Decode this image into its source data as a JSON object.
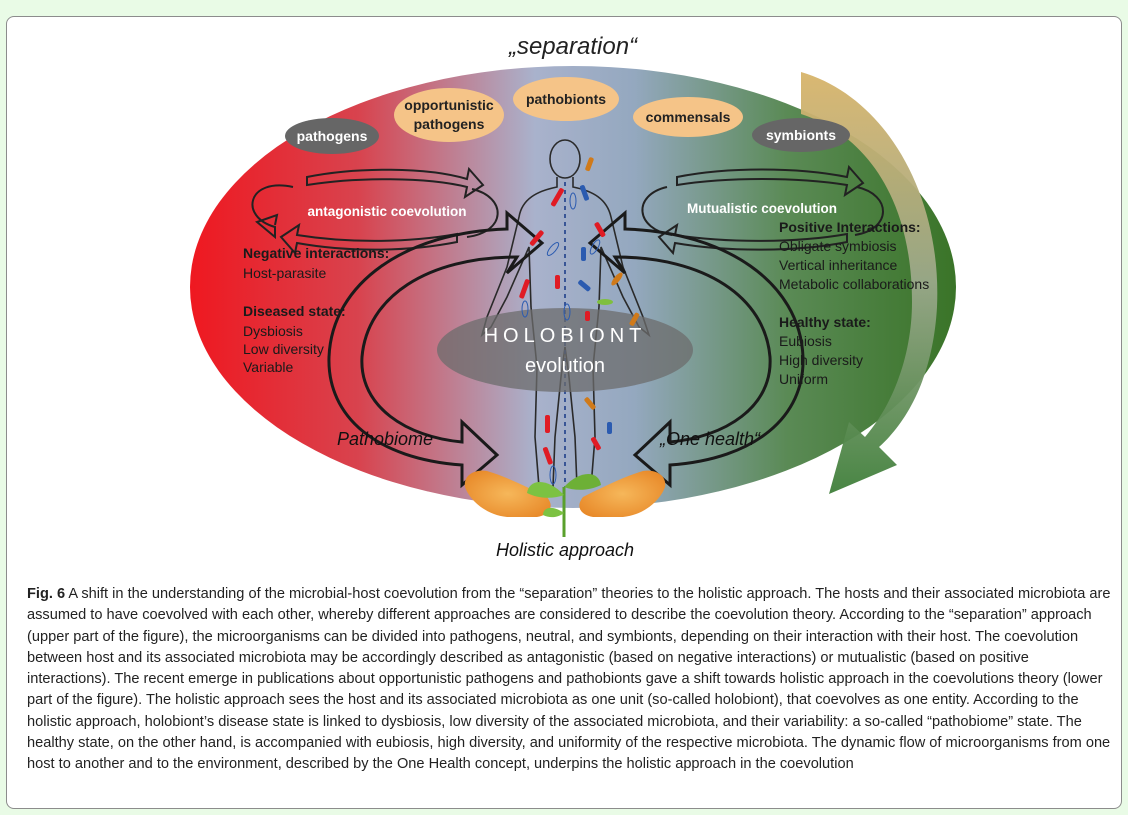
{
  "figure": {
    "top_label": "„separation“",
    "bottom_label": "Holistic approach",
    "pills": {
      "pathogens": "pathogens",
      "opportunistic_1": "opportunistic",
      "opportunistic_2": "pathogens",
      "pathobionts": "pathobionts",
      "commensals": "commensals",
      "symbionts": "symbionts"
    },
    "left_cycle": "antagonistic coevolution",
    "right_cycle": "Mutualistic coevolution",
    "left_panel": {
      "neg_title": "Negative interactions:",
      "neg_1": "Host-parasite",
      "dis_title": "Diseased state:",
      "dis_1": "Dysbiosis",
      "dis_2": "Low diversity",
      "dis_3": "Variable"
    },
    "right_panel": {
      "pos_title": "Positive Interactions:",
      "pos_1": "Obligate symbiosis",
      "pos_2": "Vertical inheritance",
      "pos_3": "Metabolic collaborations",
      "healthy_title": "Healthy state:",
      "h_1": "Eubiosis",
      "h_2": "High diversity",
      "h_3": "Uniform"
    },
    "center_1": "HOLOBIONT",
    "center_2": "evolution",
    "pathobiome": "Pathobiome",
    "one_health": "„One health“",
    "colors": {
      "red": "#e8141e",
      "green": "#3d7a2a",
      "center_blue": "#9fb2cc",
      "pill_orange": "#f5c488",
      "pill_gray": "#666666"
    }
  },
  "caption": {
    "label": "Fig. 6",
    "text": " A shift in the understanding of the microbial-host coevolution from the “separation” theories to the holistic approach. The hosts and their associated microbiota are assumed to have coevolved with each other, whereby different approaches are considered to describe the coevolution theory. According to the “separation” approach (upper part of the figure), the microorganisms can be divided into pathogens, neutral, and symbionts, depending on their interaction with their host. The coevolution between host and its associated microbiota may be accordingly described as antagonistic (based on negative interactions) or mutualistic (based on positive interactions). The recent emerge in publications about opportunistic pathogens and pathobionts gave a shift towards holistic approach in the coevolutions theory (lower part of the figure). The holistic approach sees the host and its associated microbiota as one unit (so-called holobiont), that coevolves as one entity. According to the holistic approach, holobiont’s disease state is linked to dysbiosis, low diversity of the associated microbiota, and their variability: a so-called “pathobiome” state. The healthy state, on the other hand, is accompanied with eubiosis, high diversity, and uniformity of the respective microbiota. The dynamic flow of microorganisms from one host to another and to the environment, described by the One Health concept, underpins the holistic approach in the coevolution"
  }
}
